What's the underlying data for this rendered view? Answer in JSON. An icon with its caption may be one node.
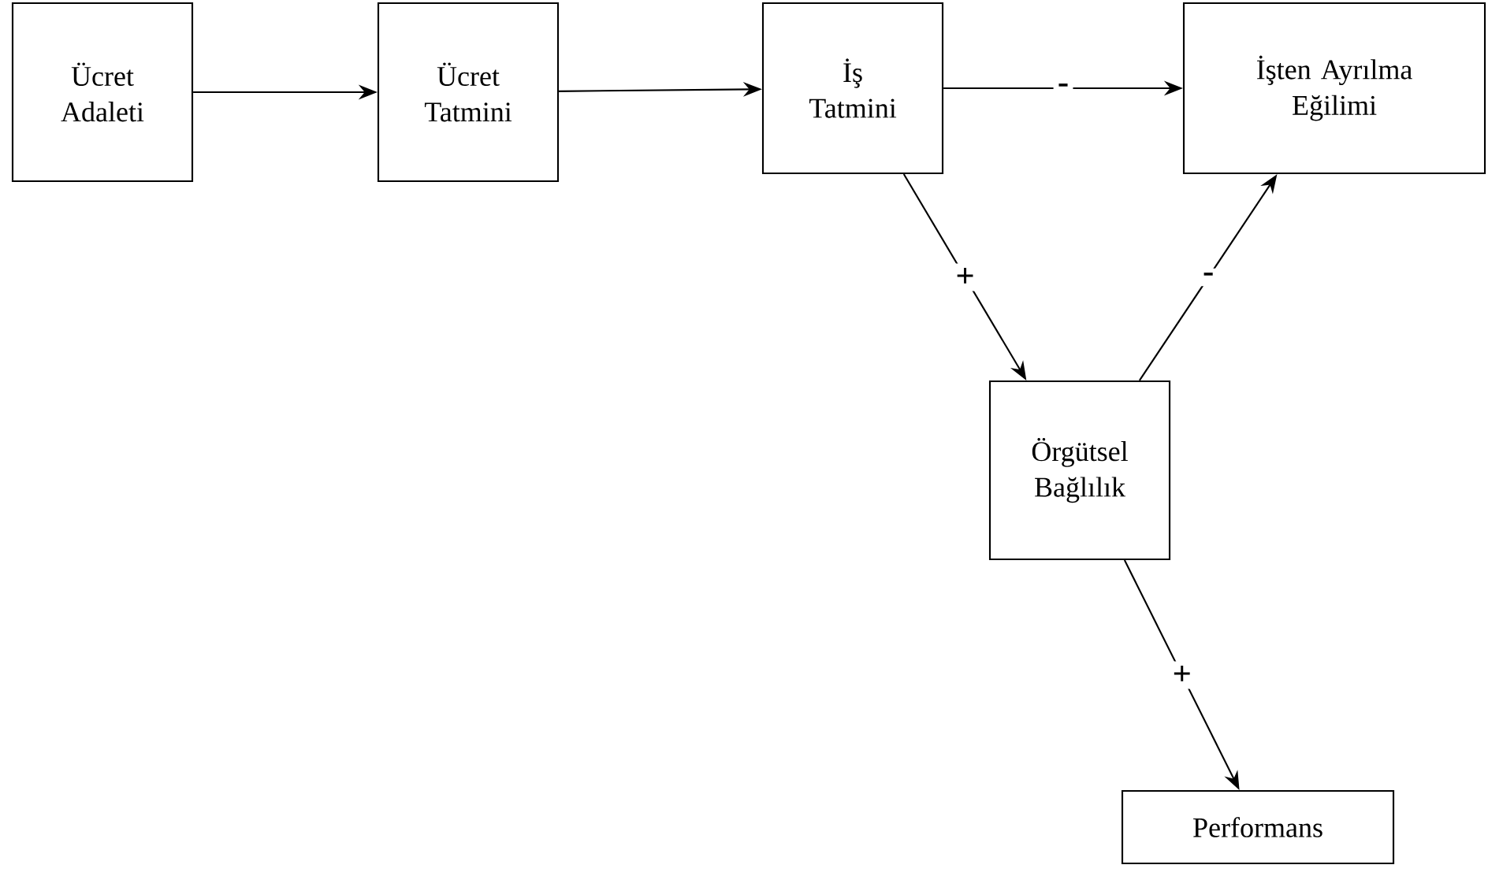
{
  "diagram": {
    "nodes": [
      {
        "text": [
          "Ücret Adaleti"
        ]
      },
      {
        "text": [
          "Ücret Tatmini"
        ]
      },
      {
        "text": [
          "İş Tatmini"
        ]
      },
      {
        "text": [
          "İşten Ayrılma Eğilimi"
        ]
      },
      {
        "text": [
          "Örgütsel Bağlılık"
        ]
      },
      {
        "text": [
          "Performans"
        ]
      }
    ],
    "edges": [
      {
        "from": 0,
        "to": 1,
        "arrow": "to"
      },
      {
        "from": 1,
        "to": 2,
        "arrow": "to"
      },
      {
        "from": 2,
        "to": 3,
        "arrow": "to",
        "label": "-"
      },
      {
        "from": 2,
        "to": 4,
        "arrow": "to",
        "label": "+"
      },
      {
        "from": 4,
        "to": 3,
        "arrow": "to",
        "label": "-"
      },
      {
        "from": 4,
        "to": 5,
        "arrow": "to",
        "label": "+"
      }
    ]
  }
}
